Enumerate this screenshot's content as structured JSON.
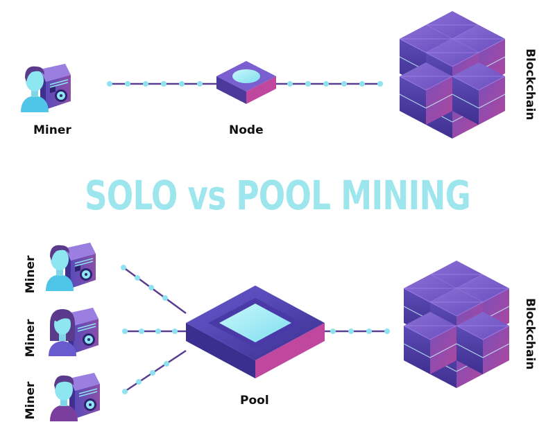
{
  "title": "SOLO vs POOL MINING",
  "solo": {
    "miner_label": "Miner",
    "node_label": "Node",
    "blockchain_label": "Blockchain"
  },
  "pool": {
    "miner_labels": [
      "Miner",
      "Miner",
      "Miner"
    ],
    "pool_label": "Pool",
    "blockchain_label": "Blockchain"
  },
  "colors": {
    "title": "#9ee6ee",
    "cube_light": "#7b5fc9",
    "cube_dark": "#4b3a9c",
    "cube_accent": "#e0479e",
    "line": "#5a3e8f",
    "dot": "#8fe3f0",
    "skin": "#8ee6f0",
    "shirt": "#4fc6e8",
    "hair": "#5a3a8a"
  }
}
